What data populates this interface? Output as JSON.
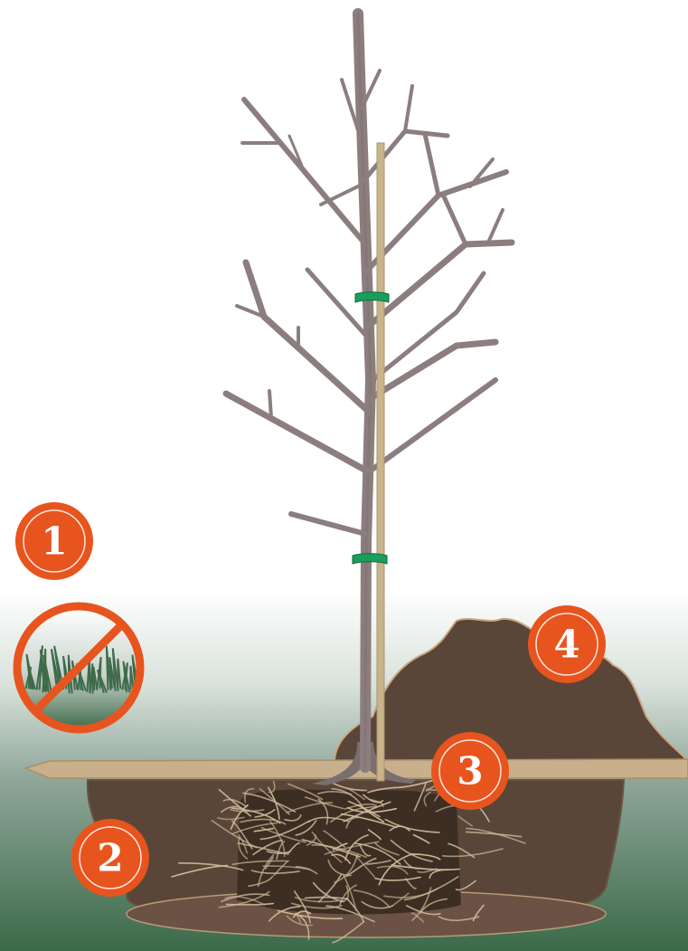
{
  "steps": [
    {
      "number": "1",
      "meaning": "remove-grass"
    },
    {
      "number": "2",
      "meaning": "dig-hole"
    },
    {
      "number": "3",
      "meaning": "planting-depth-at-ground-level"
    },
    {
      "number": "4",
      "meaning": "backfill-soil-pile"
    }
  ],
  "icons": {
    "no_grass": "no-grass-icon"
  },
  "colors": {
    "badge_orange": "#e8541e",
    "soil_brown": "#5a4638",
    "soil_edge": "#c9a77e",
    "board_tan": "#c8b08c",
    "trunk_grey": "#8c7e7e",
    "stake_tan": "#c9b48a",
    "tie_green": "#1a9e5c",
    "root_tan": "#cdb99a",
    "grass_green": "#3f6b4a"
  }
}
